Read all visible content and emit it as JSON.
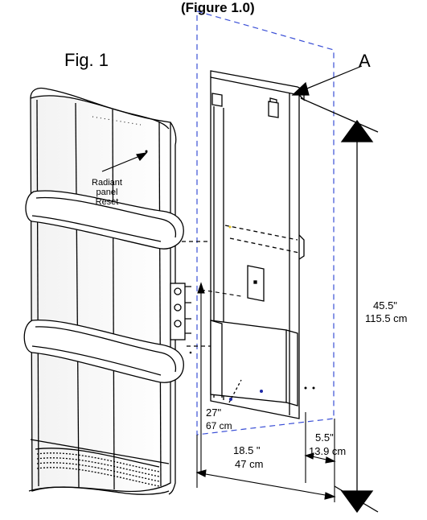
{
  "header": {
    "text": "(Figure 1.0)"
  },
  "figure": {
    "label": "Fig. 1",
    "callout_a": "A",
    "reset_label": [
      "Radiant",
      "panel",
      "Reset"
    ]
  },
  "dimensions": {
    "height_in": "45.5\"",
    "height_cm": "115.5 cm",
    "width_in": "18.5 \"",
    "width_cm": "47 cm",
    "side_in": "5.5\"",
    "side_cm": "13.9 cm",
    "floor_in": "27\"",
    "floor_cm": "67 cm"
  },
  "colors": {
    "line": "#000000",
    "dashed_outline": "#3a4fd6",
    "accent_dot": "#e3c420"
  }
}
